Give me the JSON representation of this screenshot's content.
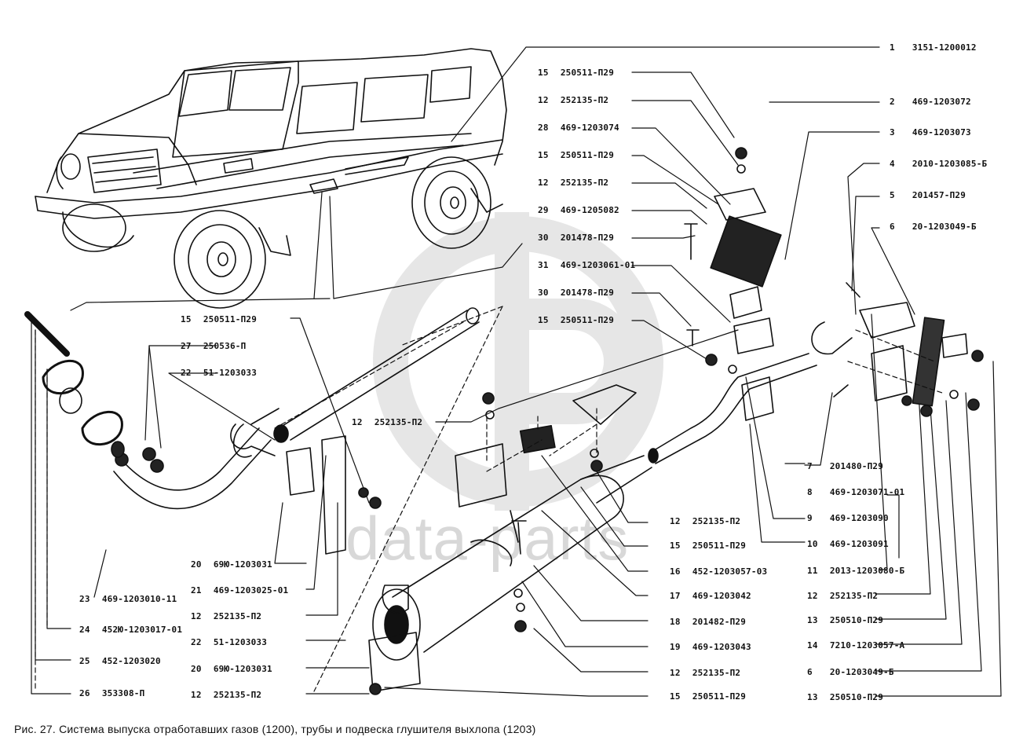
{
  "figure": {
    "caption": "Рис. 27. Система выпуска отработавших газов (1200), трубы и подвеска глушителя выхлопа (1203)",
    "watermark": "data-parts",
    "watermark_logo": "GB",
    "colors": {
      "ink": "#111111",
      "watermark": "#d8d8d8",
      "background": "#ffffff"
    }
  },
  "labels": {
    "right": [
      {
        "num": "1",
        "part": "3151-1200012"
      },
      {
        "num": "2",
        "part": "469-1203072"
      },
      {
        "num": "3",
        "part": "469-1203073"
      },
      {
        "num": "4",
        "part": "2010-1203085-Б"
      },
      {
        "num": "5",
        "part": "201457-П29"
      },
      {
        "num": "6",
        "part": "20-1203049-Б"
      },
      {
        "num": "7",
        "part": "201480-П29"
      },
      {
        "num": "8",
        "part": "469-1203071-01"
      },
      {
        "num": "9",
        "part": "469-1203090"
      },
      {
        "num": "10",
        "part": "469-1203091"
      },
      {
        "num": "11",
        "part": "2013-1203080-Б"
      },
      {
        "num": "12",
        "part": "252135-П2"
      },
      {
        "num": "13",
        "part": "250510-П29"
      },
      {
        "num": "14",
        "part": "7210-1203057-А"
      },
      {
        "num": "6",
        "part": "20-1203049-Б"
      },
      {
        "num": "13",
        "part": "250510-П29"
      }
    ],
    "upper_middle": [
      {
        "num": "15",
        "part": "250511-П29"
      },
      {
        "num": "12",
        "part": "252135-П2"
      },
      {
        "num": "28",
        "part": "469-1203074"
      },
      {
        "num": "15",
        "part": "250511-П29"
      },
      {
        "num": "12",
        "part": "252135-П2"
      },
      {
        "num": "29",
        "part": "469-1205082"
      },
      {
        "num": "30",
        "part": "201478-П29"
      },
      {
        "num": "31",
        "part": "469-1203061-01"
      },
      {
        "num": "30",
        "part": "201478-П29"
      },
      {
        "num": "15",
        "part": "250511-П29"
      }
    ],
    "lower_middle": [
      {
        "num": "12",
        "part": "252135-П2"
      },
      {
        "num": "15",
        "part": "250511-П29"
      },
      {
        "num": "16",
        "part": "452-1203057-03"
      },
      {
        "num": "17",
        "part": "469-1203042"
      },
      {
        "num": "18",
        "part": "201482-П29"
      },
      {
        "num": "19",
        "part": "469-1203043"
      },
      {
        "num": "12",
        "part": "252135-П2"
      },
      {
        "num": "15",
        "part": "250511-П29"
      }
    ],
    "upper_left": [
      {
        "num": "15",
        "part": "250511-П29"
      },
      {
        "num": "27",
        "part": "250536-П"
      },
      {
        "num": "22",
        "part": "51-1203033"
      }
    ],
    "center": [
      {
        "num": "12",
        "part": "252135-П2"
      }
    ],
    "lower_left_center": [
      {
        "num": "20",
        "part": "69Ю-1203031"
      },
      {
        "num": "21",
        "part": "469-1203025-01"
      },
      {
        "num": "12",
        "part": "252135-П2"
      },
      {
        "num": "22",
        "part": "51-1203033"
      },
      {
        "num": "20",
        "part": "69Ю-1203031"
      },
      {
        "num": "12",
        "part": "252135-П2"
      }
    ],
    "lower_left": [
      {
        "num": "23",
        "part": "469-1203010-11"
      },
      {
        "num": "24",
        "part": "452Ю-1203017-01"
      },
      {
        "num": "25",
        "part": "452-1203020"
      },
      {
        "num": "26",
        "part": "353308-П"
      }
    ]
  }
}
